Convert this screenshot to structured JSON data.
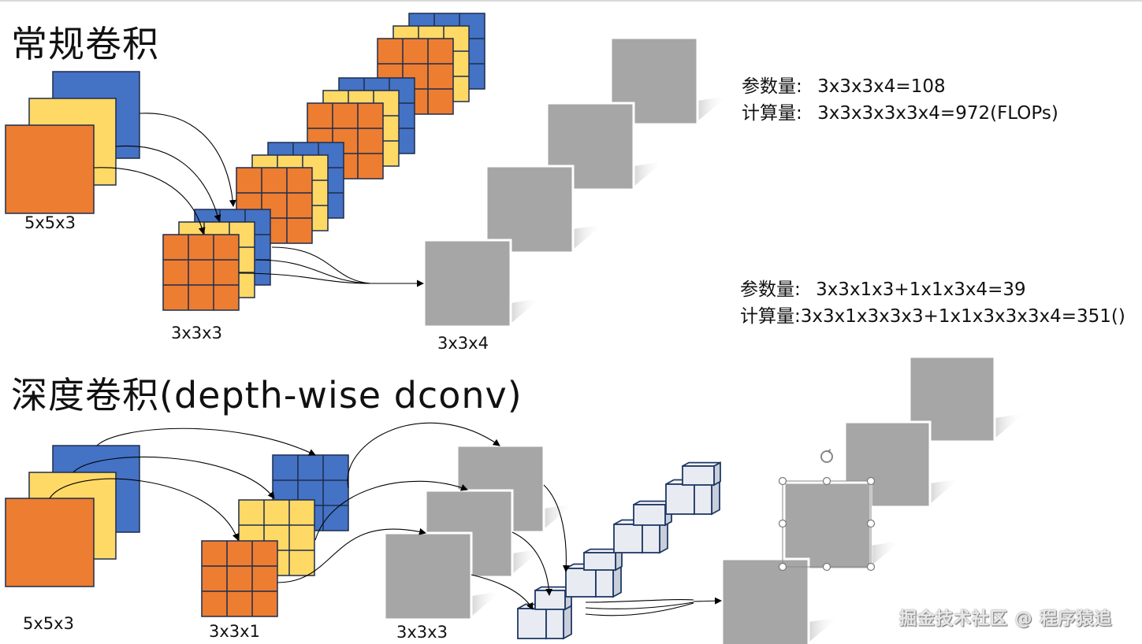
{
  "titles": {
    "regular": "常规卷积",
    "depthwise": "深度卷积(depth-wise dconv)"
  },
  "labels": {
    "input_top": "5x5x3",
    "kernel_top": "3x3x3",
    "output_top": "3x3x4",
    "input_bottom": "5x5x3",
    "kernel_bottom": "3x3x1",
    "output_bottom": "3x3x3"
  },
  "formulas": {
    "regular": {
      "params_key": "参数量:",
      "params_value": "3x3x3x4=108",
      "compute_key": "计算量:",
      "compute_value": "3x3x3x3x3x4=972(FLOPs)"
    },
    "depthwise": {
      "params_key": "参数量:",
      "params_value": "3x3x1x3+1x1x3x4=39",
      "compute_key": "计算量:",
      "compute_value": "3x3x1x3x3x3+1x1x3x3x3x4=351()"
    }
  },
  "watermark": "掘金技术社区 @ 程序猿追",
  "colors": {
    "orange": "#ED7D31",
    "yellow": "#FFD966",
    "blue": "#4472C4",
    "gray": "#A6A6A6",
    "cube": "#E8EBF2",
    "outline": "#1F3864"
  }
}
